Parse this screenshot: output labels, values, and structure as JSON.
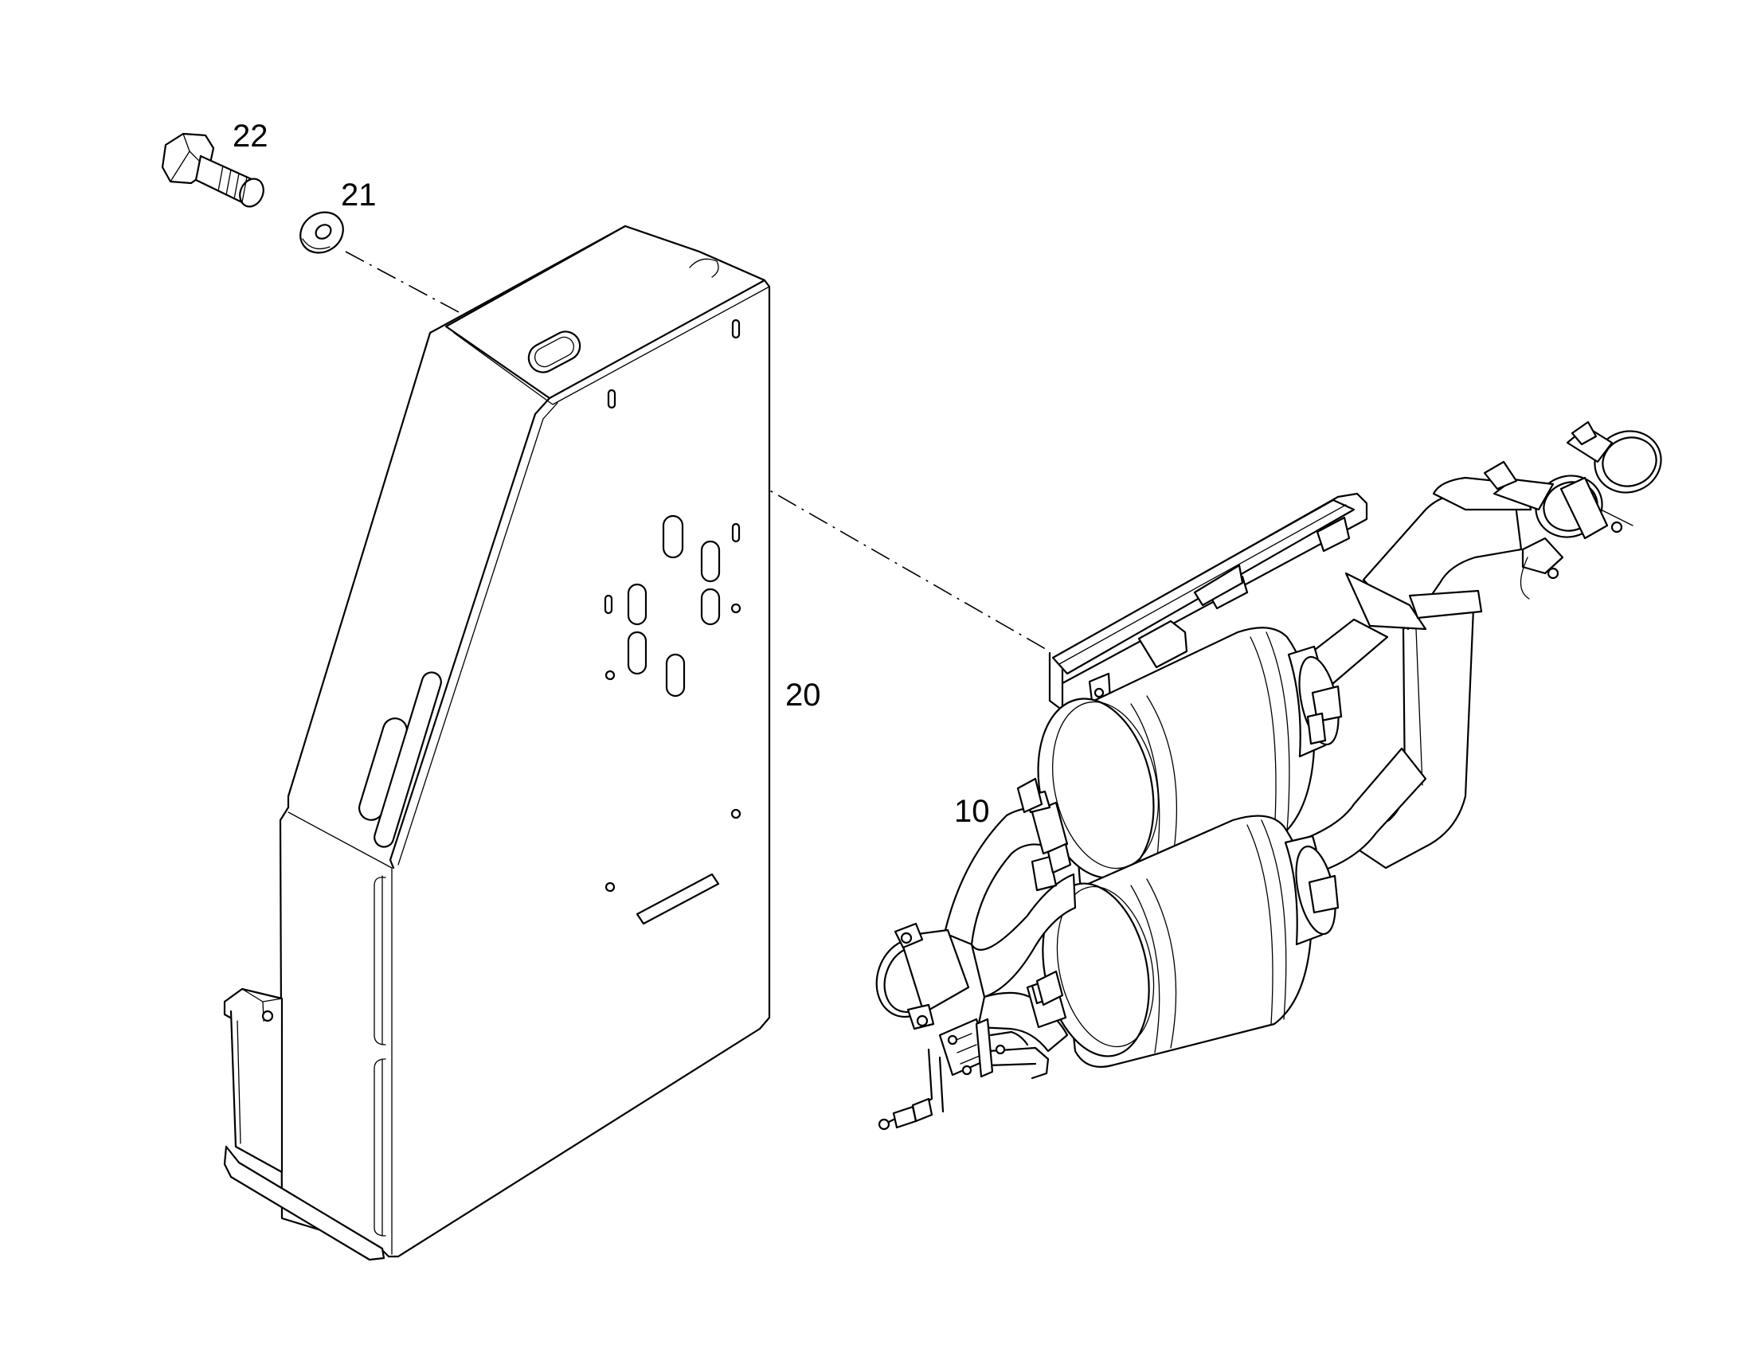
{
  "callouts": [
    {
      "id": "10",
      "label": "10"
    },
    {
      "id": "20",
      "label": "20"
    },
    {
      "id": "21",
      "label": "21"
    },
    {
      "id": "22",
      "label": "22"
    }
  ],
  "parts": {
    "p10": "exhaust-aftertreatment-assembly",
    "p20": "mounting-bracket-housing",
    "p21": "washer",
    "p22": "hex-bolt"
  }
}
